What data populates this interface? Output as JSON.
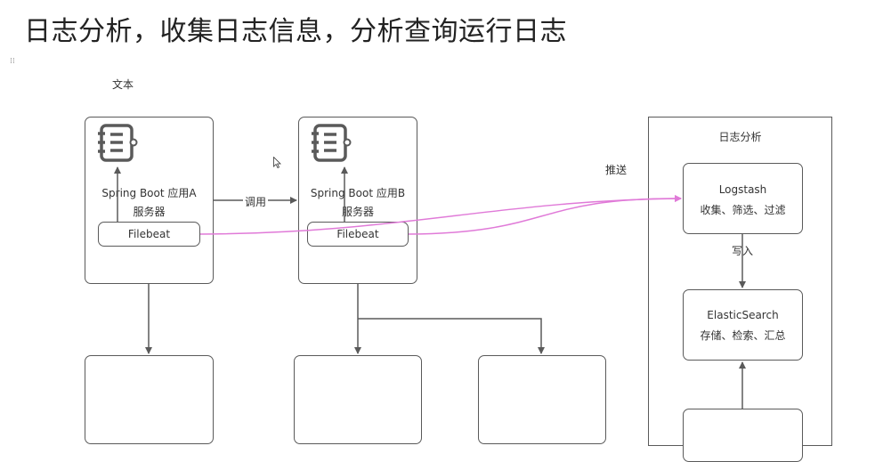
{
  "title": "日志分析，收集日志信息，分析查询运行日志",
  "text_label": "文本",
  "server_a": {
    "name": "Spring Boot 应用A",
    "sub": "服务器",
    "filebeat": "Filebeat"
  },
  "server_b": {
    "name": "Spring Boot 应用B",
    "sub": "服务器",
    "filebeat": "Filebeat"
  },
  "call_label": "调用",
  "push_label": "推送",
  "log_group": {
    "title": "日志分析",
    "logstash": {
      "name": "Logstash",
      "desc": "收集、筛选、过滤"
    },
    "write_label": "写入",
    "es": {
      "name": "ElasticSearch",
      "desc": "存储、检索、汇总"
    }
  },
  "colors": {
    "line": "#5a5a5a",
    "flow": "#e07ad8"
  }
}
